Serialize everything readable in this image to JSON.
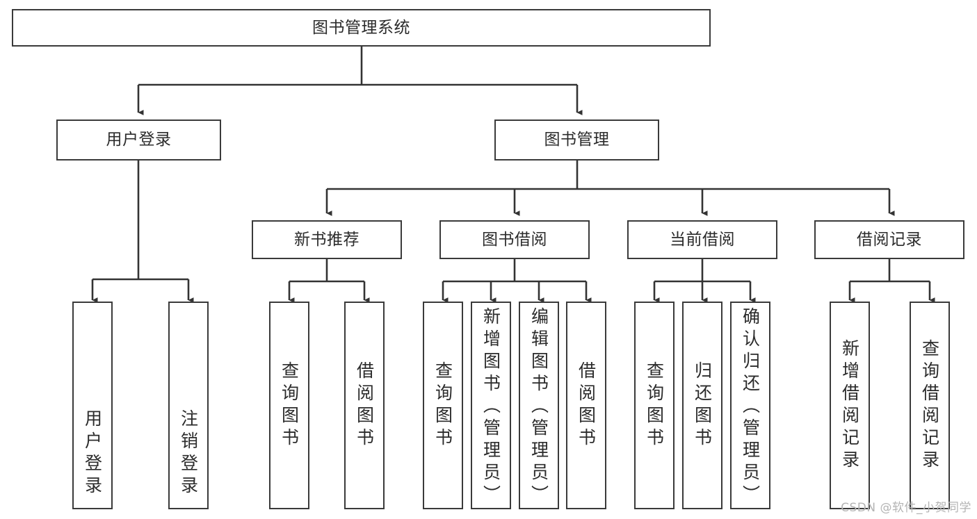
{
  "diagram": {
    "type": "tree-hierarchy",
    "title": "图书管理系统",
    "orientation": "top-down",
    "colors": {
      "stroke": "#3a3a3a",
      "fill": "#ffffff",
      "text": "#2b2b2b",
      "watermark": "#b4b4b4"
    },
    "nodes": {
      "root": "图书管理系统",
      "level2": [
        "用户登录",
        "图书管理"
      ],
      "level3": [
        "新书推荐",
        "图书借阅",
        "当前借阅",
        "借阅记录"
      ],
      "leaves": {
        "user_login": [
          "用户登录",
          "注销登录"
        ],
        "new_book_recommend": [
          "查询图书",
          "借阅图书"
        ],
        "book_borrow": [
          "查询图书",
          "新增图书（管理员）",
          "编辑图书（管理员）",
          "借阅图书"
        ],
        "current_borrow": [
          "查询图书",
          "归还图书",
          "确认归还（管理员）"
        ],
        "borrow_record": [
          "新增借阅记录",
          "查询借阅记录"
        ]
      }
    }
  },
  "watermark": {
    "text": "CSDN @软件_小贺同学"
  }
}
